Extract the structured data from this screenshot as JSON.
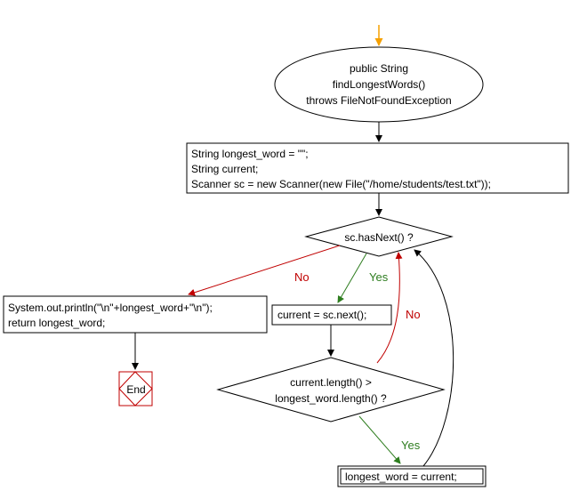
{
  "start": {
    "lines": [
      "public String",
      "findLongestWords()",
      "throws FileNotFoundException"
    ]
  },
  "init": {
    "lines": [
      "String longest_word = \"\";",
      "String current;",
      "Scanner sc = new Scanner(new File(\"/home/students/test.txt\"));"
    ]
  },
  "loop_condition": {
    "text": "sc.hasNext() ?"
  },
  "output": {
    "lines": [
      "System.out.println(\"\\n\"+longest_word+\"\\n\");",
      "return longest_word;"
    ]
  },
  "end": {
    "text": "End"
  },
  "read_next": {
    "text": "current = sc.next();"
  },
  "compare": {
    "lines": [
      "current.length() >",
      "longest_word.length() ?"
    ]
  },
  "assign": {
    "text": "longest_word = current;"
  },
  "labels": {
    "loop_no": "No",
    "loop_yes": "Yes",
    "compare_no": "No",
    "compare_yes": "Yes"
  },
  "colors": {
    "yes": "#2e7d1f",
    "no": "#c00000",
    "entry": "#f5a000",
    "end_shape": "#c00000"
  }
}
